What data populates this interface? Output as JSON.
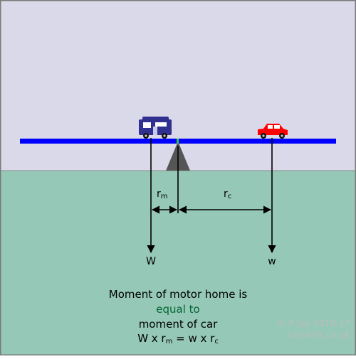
{
  "labels": {
    "r_m_main": "r",
    "r_m_sub": "m",
    "r_c_main": "r",
    "r_c_sub": "c",
    "weight_motorhome": "W",
    "weight_car": "w"
  },
  "caption": {
    "line1": "Moment of motor home is",
    "line2": "equal to",
    "line3": "moment of car",
    "eq_part1": "W x r",
    "eq_sub1": "m",
    "eq_part2": " = w x r",
    "eq_sub2": "c"
  },
  "credit": {
    "line1": "© P Joy 2010-17",
    "line2": "sailskills.co.uk"
  },
  "colors": {
    "sky": "#dad9ea",
    "sea": "#95c8b6",
    "beam": "#0000ff",
    "fulcrum": "#555555",
    "motorhome": "#303090",
    "car": "#ff0000",
    "equal_text": "#006633",
    "credit_text": "#bdbdbd",
    "border": "#7a7a7a"
  }
}
